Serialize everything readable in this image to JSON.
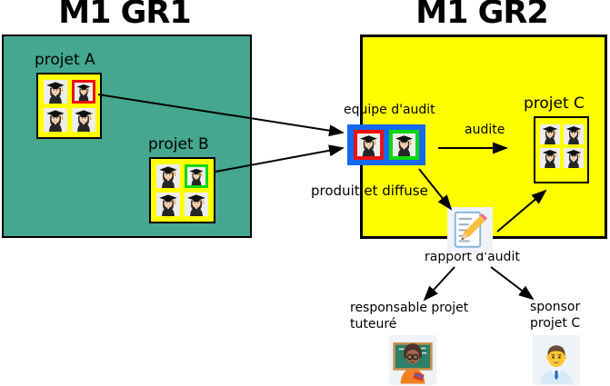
{
  "titles": {
    "gr1": "M1 GR1",
    "gr2": "M1 GR2"
  },
  "groups": {
    "gr1": {
      "projectA": {
        "label": "projet A",
        "members": [
          "plain",
          "red",
          "plain",
          "plain"
        ]
      },
      "projectB": {
        "label": "projet B",
        "members": [
          "plain",
          "green",
          "plain",
          "plain"
        ]
      }
    },
    "gr2": {
      "audit_team": {
        "label": "equipe d'audit",
        "members": [
          "red",
          "green"
        ]
      },
      "projectC": {
        "label": "projet C",
        "members": [
          "plain",
          "plain",
          "plain",
          "plain"
        ]
      }
    }
  },
  "relations": {
    "audite": "audite",
    "produit_et_diffuse": "produit et diffuse"
  },
  "report": {
    "label": "rapport d'audit",
    "icon": "memo-icon"
  },
  "recipients": {
    "responsable": {
      "label": "responsable projet tuteuré",
      "icon": "teacher-icon"
    },
    "sponsor": {
      "label": "sponsor projet C",
      "icon": "office-worker-icon"
    }
  },
  "icons": {
    "member": "woman-graduate-icon"
  },
  "colors": {
    "gr1_bg": "#45A78F",
    "gr2_bg": "#FFFF00",
    "project_bg": "#FFFF00",
    "audit_team_bg": "#1668F0",
    "highlight_red": "#EE1111",
    "highlight_green": "#10D710",
    "member_tile_bg": "#EDEDED",
    "emoji_tile_bg": "#EFF3F8",
    "line_color": "#000000"
  }
}
